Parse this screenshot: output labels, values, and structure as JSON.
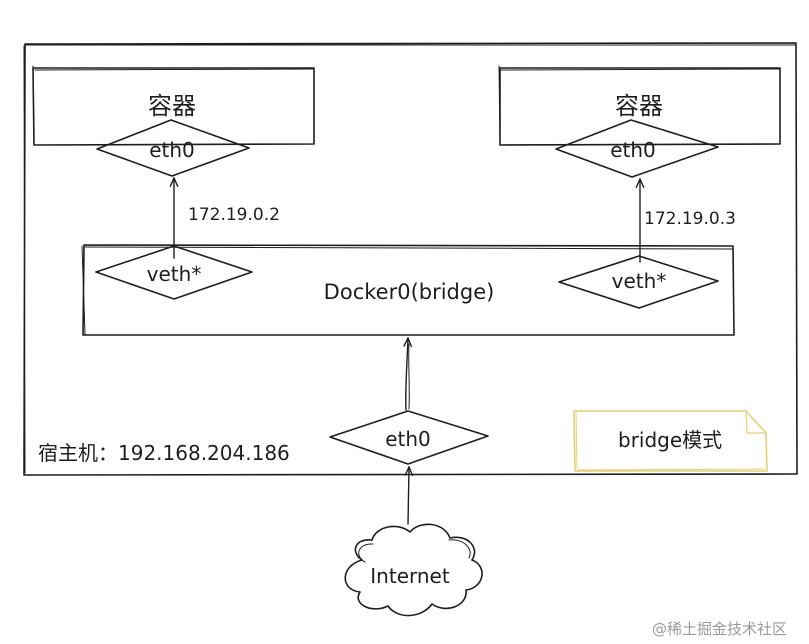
{
  "host": {
    "label": "宿主机：192.168.204.186"
  },
  "containers": [
    {
      "title": "容器",
      "iface": "eth0"
    },
    {
      "title": "容器",
      "iface": "eth0"
    }
  ],
  "ips": [
    "172.19.0.2",
    "172.19.0.3"
  ],
  "bridge": {
    "label": "Docker0(bridge)",
    "veth_left": "veth*",
    "veth_right": "veth*"
  },
  "host_iface": "eth0",
  "internet": "Internet",
  "note": {
    "text": "bridge模式",
    "color": "#e3cf78"
  },
  "watermark": "@稀土掘金技术社区"
}
